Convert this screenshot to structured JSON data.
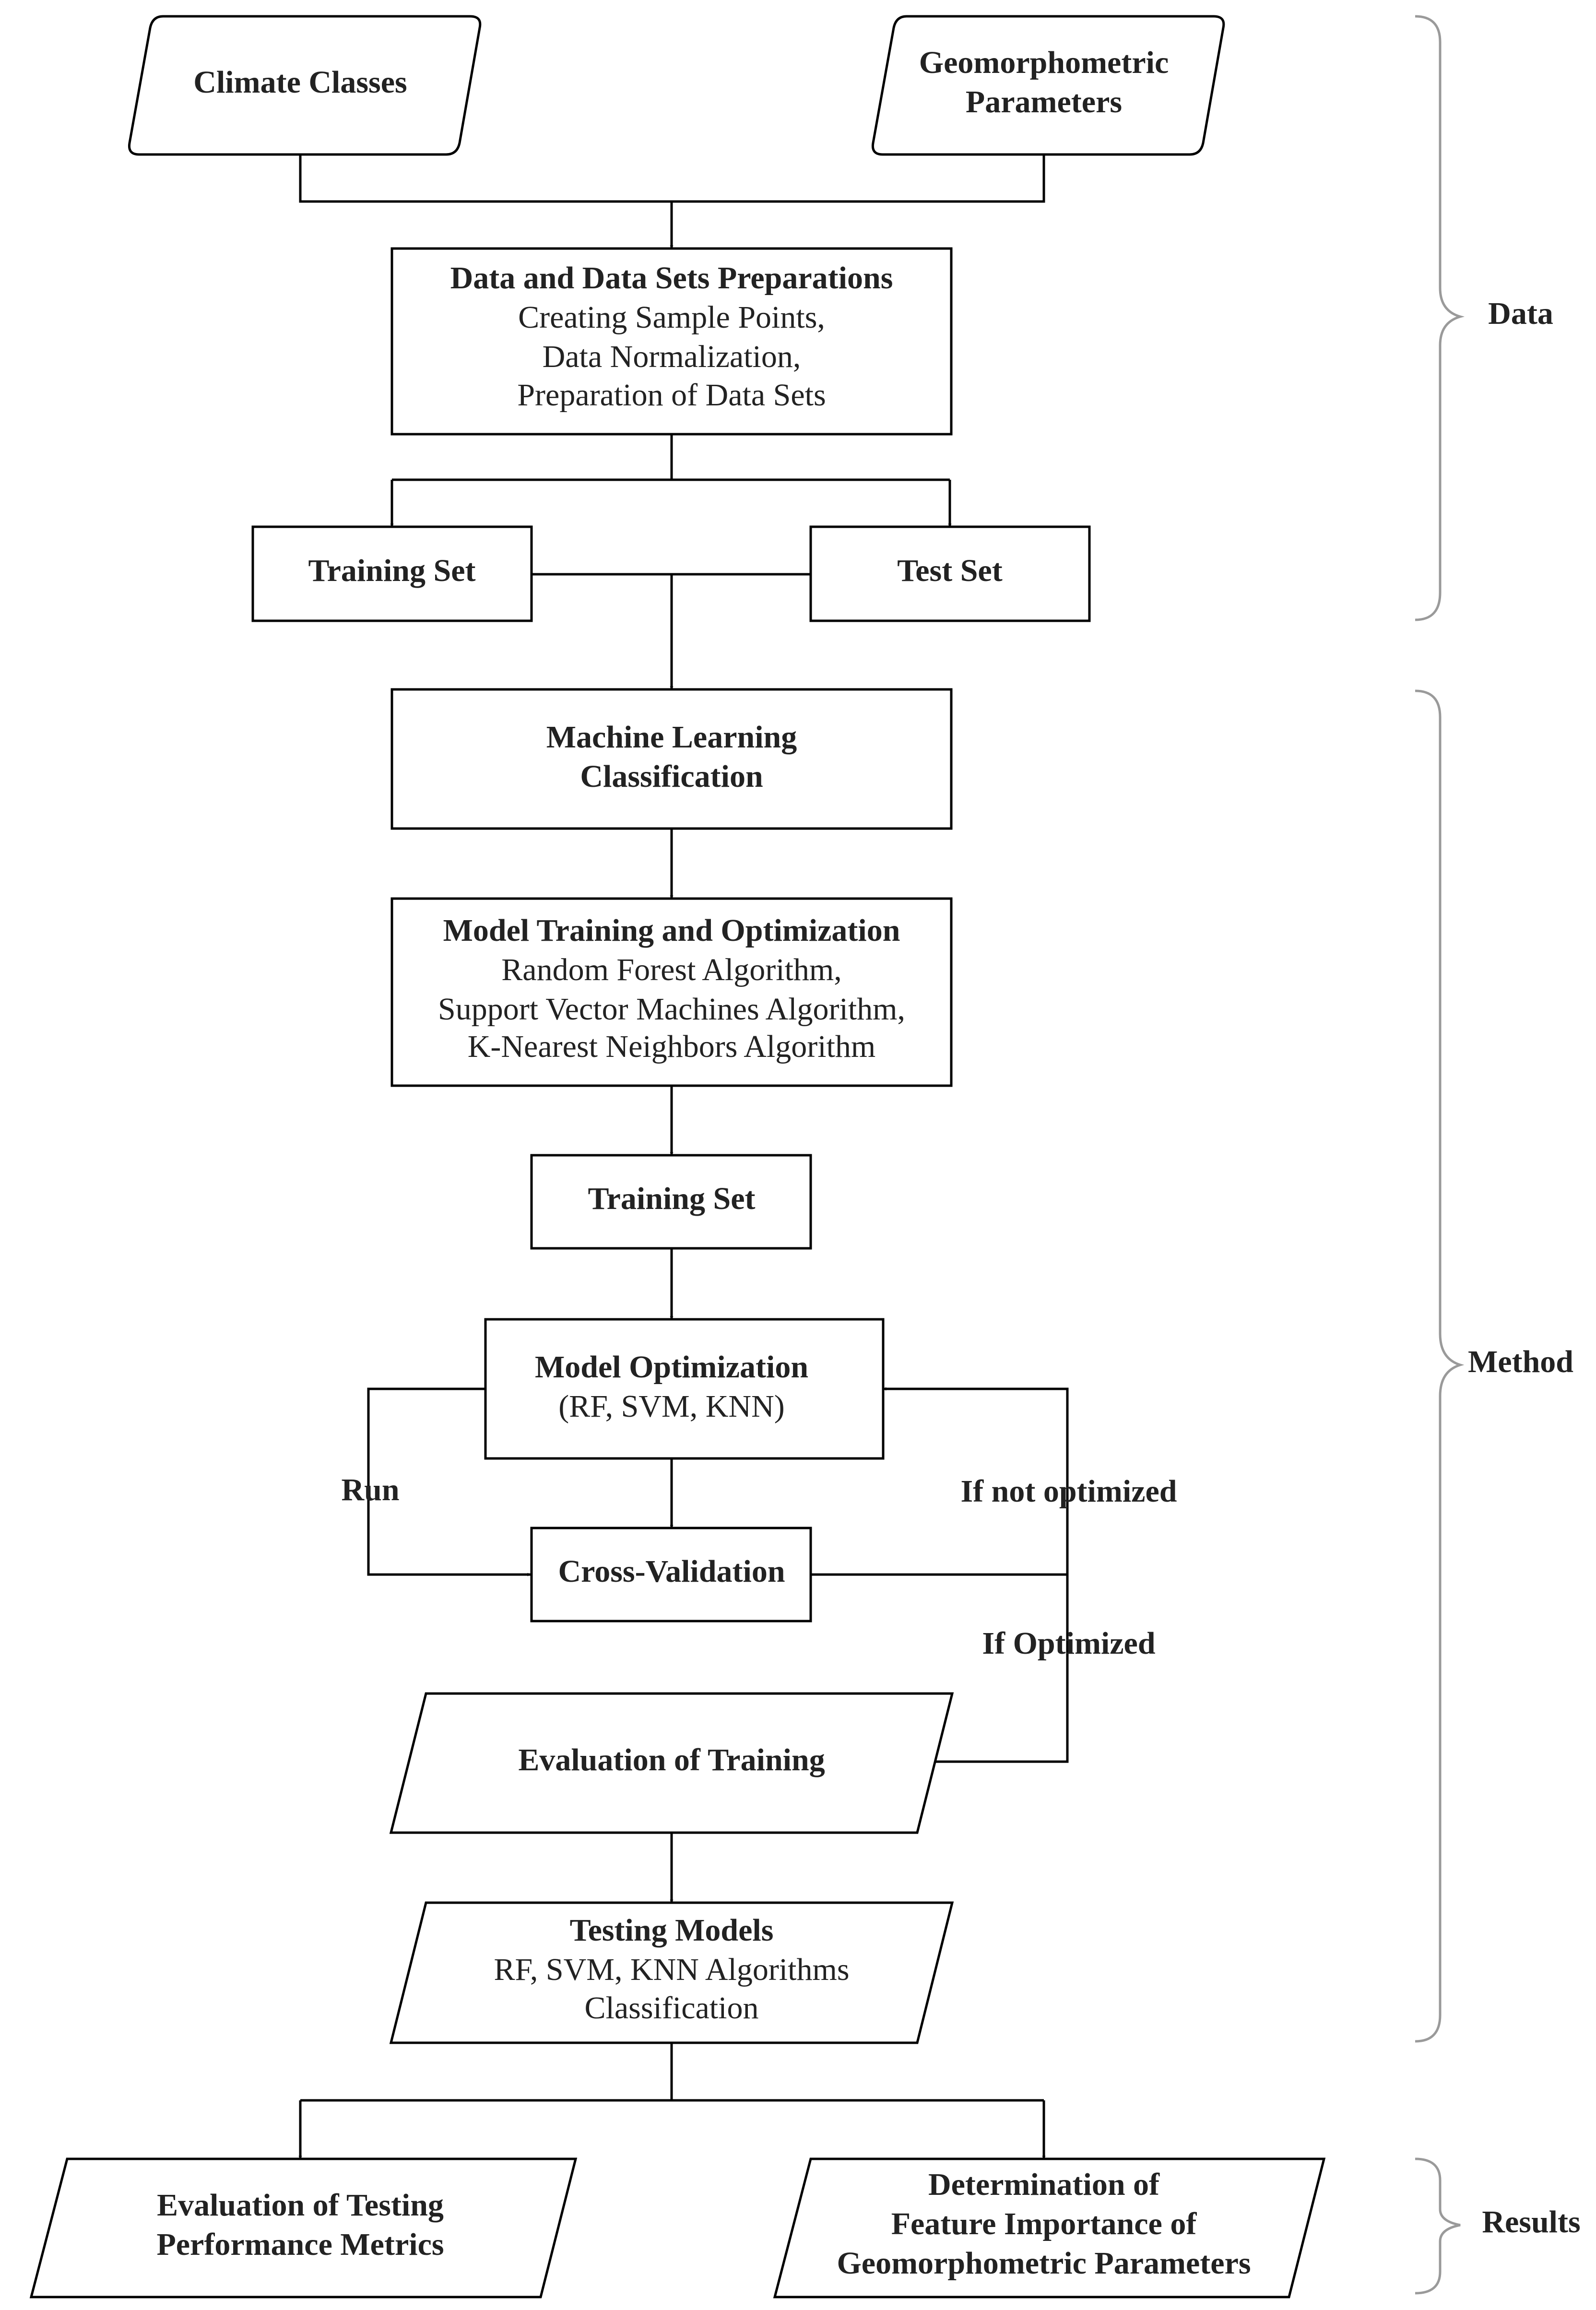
{
  "nodes": {
    "climate_classes": {
      "lines": [
        "Climate Classes"
      ]
    },
    "geomorphometric_parameters": {
      "lines": [
        "Geomorphometric",
        "Parameters"
      ]
    },
    "data_preparation": {
      "title": "Data and Data Sets Preparations",
      "lines": [
        "Creating Sample Points,",
        "Data Normalization,",
        "Preparation of Data Sets"
      ]
    },
    "training_set_top": {
      "lines": [
        "Training Set"
      ]
    },
    "test_set": {
      "lines": [
        "Test Set"
      ]
    },
    "ml_classification": {
      "lines": [
        "Machine Learning",
        "Classification"
      ]
    },
    "model_training": {
      "title": "Model Training and Optimization",
      "lines": [
        "Random Forest Algorithm,",
        "Support Vector Machines Algorithm,",
        "K-Nearest Neighbors Algorithm"
      ]
    },
    "training_set_mid": {
      "lines": [
        "Training Set"
      ]
    },
    "model_optimization": {
      "title": "Model Optimization",
      "lines": [
        "(RF, SVM, KNN)"
      ]
    },
    "cross_validation": {
      "lines": [
        "Cross-Validation"
      ]
    },
    "evaluation_training": {
      "lines": [
        "Evaluation of Training"
      ]
    },
    "testing_models": {
      "title": "Testing Models",
      "lines": [
        "RF, SVM, KNN Algorithms",
        "Classification"
      ]
    },
    "evaluation_testing": {
      "lines": [
        "Evaluation of Testing",
        "Performance Metrics"
      ]
    },
    "feature_importance": {
      "lines": [
        "Determination of",
        "Feature Importance of",
        "Geomorphometric Parameters"
      ]
    }
  },
  "edge_labels": {
    "run": "Run",
    "if_not_optimized": "If not optimized",
    "if_optimized": "If Optimized"
  },
  "sections": {
    "data": "Data",
    "method": "Method",
    "results": "Results"
  }
}
